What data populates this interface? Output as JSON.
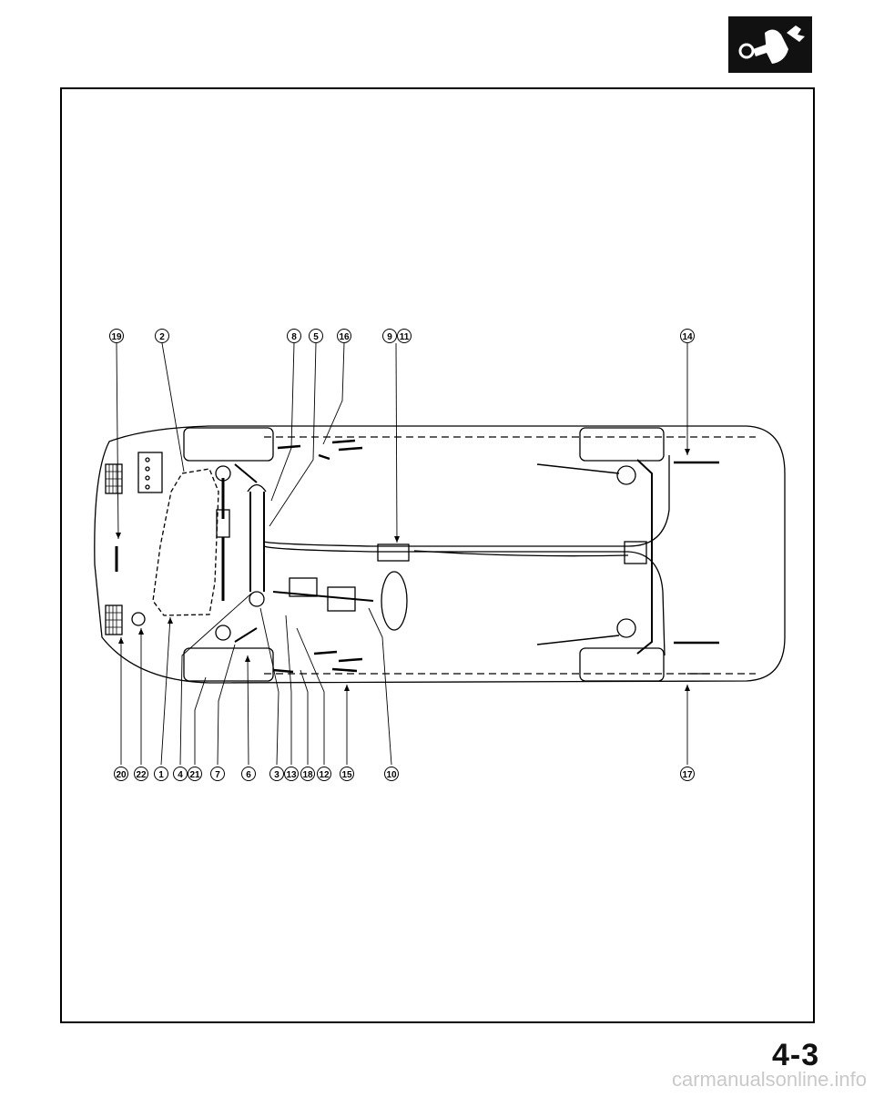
{
  "page": {
    "number": "4-3",
    "watermark": "carmanualsonline.info"
  },
  "logo": {
    "icon": "wrench-hand-icon",
    "bg": "#111111"
  },
  "callouts": {
    "c1": "1",
    "c2": "2",
    "c3": "3",
    "c4": "4",
    "c5": "5",
    "c6": "6",
    "c7": "7",
    "c8": "8",
    "c9": "9",
    "c10": "10",
    "c11": "11",
    "c12": "12",
    "c13": "13",
    "c14": "14",
    "c15": "15",
    "c16": "16",
    "c17": "17",
    "c18": "18",
    "c19": "19",
    "c20": "20",
    "c21": "21",
    "c22": "22"
  }
}
